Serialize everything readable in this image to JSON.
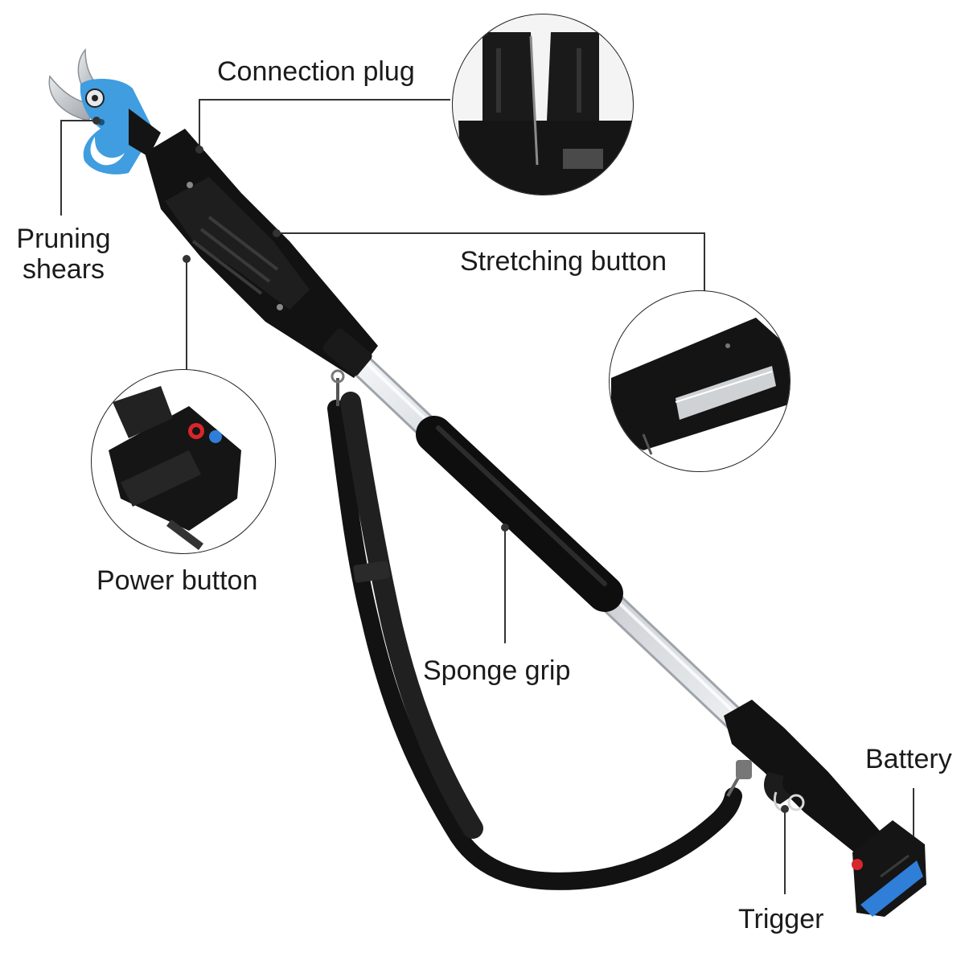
{
  "labels": {
    "connection_plug": "Connection plug",
    "pruning_shears_line1": "Pruning",
    "pruning_shears_line2": "shears",
    "stretching_button": "Stretching button",
    "power_button": "Power button",
    "sponge_grip": "Sponge grip",
    "battery": "Battery",
    "trigger": "Trigger"
  },
  "colors": {
    "background": "#ffffff",
    "tool_body": "#141414",
    "shear_head": "#3f9de0",
    "blade": "#c9cdd2",
    "pole": "#d9dde1",
    "callout_line": "#333333",
    "battery_accent": "#2f7ed8",
    "battery_led": "#d8262c"
  },
  "icons": [
    "pruning-shears-icon",
    "connection-plug-detail",
    "stretching-button-detail",
    "power-button-detail",
    "shoulder-strap",
    "battery-pack"
  ]
}
